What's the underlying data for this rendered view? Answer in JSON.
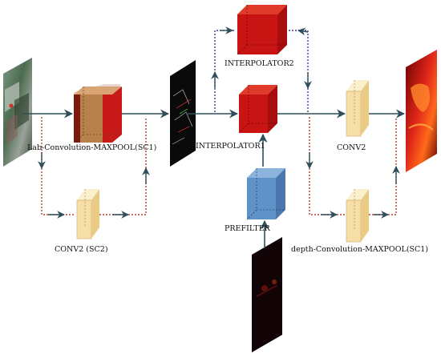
{
  "labels": {
    "lab_block": "Lab-Convolution-MAXPOOL(SC1)",
    "conv2_sc2": "CONV2 (SC2)",
    "interpolator1": "INTERPOLATOR1",
    "interpolator2": "INTERPOLATOR2",
    "prefilter": "PREFILTER",
    "conv2": "CONV2",
    "depth_block": "depth-Convolution-MAXPOOL(SC1)"
  },
  "colors": {
    "flow_arrow": "#2f4f5c",
    "dotted_red": "#b5452a",
    "dotted_blue": "#3a3aa8",
    "lab_block_fill": "#b8804a",
    "lab_block_front": "#c91a1a",
    "conv_block": "#f5dfa6",
    "interp_block": "#c91414",
    "prefilter_block": "#5f92c9",
    "heatmap": "#e0261a"
  },
  "icons": {
    "rgb_image": "street-scene-photo",
    "edge_image": "edge-map-image",
    "depth_image": "depth-map-image",
    "output_image": "saliency-heatmap-image"
  }
}
